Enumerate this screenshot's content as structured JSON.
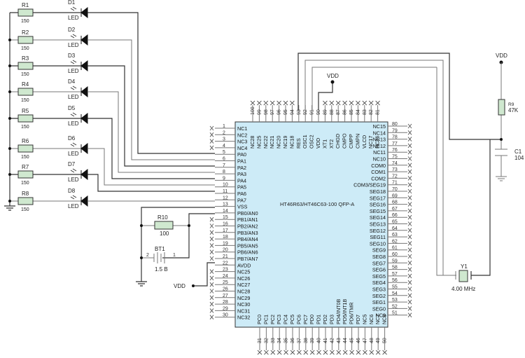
{
  "chip": {
    "name": "HT46R63/HT46C63-100 QFP-A",
    "left_pins": [
      {
        "n": "1",
        "label": "NC1",
        "nc": true
      },
      {
        "n": "2",
        "label": "NC2",
        "nc": true
      },
      {
        "n": "3",
        "label": "NC3",
        "nc": true
      },
      {
        "n": "4",
        "label": "NC4",
        "nc": true
      },
      {
        "n": "5",
        "label": "PA0"
      },
      {
        "n": "6",
        "label": "PA1"
      },
      {
        "n": "7",
        "label": "PA2"
      },
      {
        "n": "8",
        "label": "PA3"
      },
      {
        "n": "9",
        "label": "PA4"
      },
      {
        "n": "10",
        "label": "PA5"
      },
      {
        "n": "11",
        "label": "PA6"
      },
      {
        "n": "12",
        "label": "PA7"
      },
      {
        "n": "13",
        "label": "VSS"
      },
      {
        "n": "14",
        "label": "PB0/AN0"
      },
      {
        "n": "15",
        "label": "PB1/AN1",
        "nc": true
      },
      {
        "n": "16",
        "label": "PB2/AN2",
        "nc": true
      },
      {
        "n": "17",
        "label": "PB3/AN3",
        "nc": true
      },
      {
        "n": "18",
        "label": "PB4/AN4",
        "nc": true
      },
      {
        "n": "19",
        "label": "PB5/AN5",
        "nc": true
      },
      {
        "n": "20",
        "label": "PB6/AN6",
        "nc": true
      },
      {
        "n": "21",
        "label": "PB7/AN7",
        "nc": true
      },
      {
        "n": "22",
        "label": "AVDD"
      },
      {
        "n": "23",
        "label": "NC25",
        "nc": true
      },
      {
        "n": "24",
        "label": "NC26",
        "nc": true
      },
      {
        "n": "25",
        "label": "NC27",
        "nc": true
      },
      {
        "n": "26",
        "label": "NC28",
        "nc": true
      },
      {
        "n": "27",
        "label": "NC29",
        "nc": true
      },
      {
        "n": "28",
        "label": "NC30",
        "nc": true
      },
      {
        "n": "29",
        "label": "NC31",
        "nc": true
      },
      {
        "n": "30",
        "label": "NC32",
        "nc": true
      }
    ],
    "bottom_pins": [
      {
        "n": "31",
        "label": "PC0"
      },
      {
        "n": "32",
        "label": "PC1"
      },
      {
        "n": "33",
        "label": "PC2"
      },
      {
        "n": "34",
        "label": "PC3"
      },
      {
        "n": "35",
        "label": "PC4"
      },
      {
        "n": "36",
        "label": "PC5"
      },
      {
        "n": "37",
        "label": "PC6"
      },
      {
        "n": "38",
        "label": "PC7"
      },
      {
        "n": "39",
        "label": "PD0"
      },
      {
        "n": "40",
        "label": "PD1"
      },
      {
        "n": "41",
        "label": "PD2"
      },
      {
        "n": "42",
        "label": "PD3"
      },
      {
        "n": "43",
        "label": "PD4/INT0B"
      },
      {
        "n": "44",
        "label": "PD5/INT1B"
      },
      {
        "n": "45",
        "label": "PD6/TMR"
      },
      {
        "n": "46",
        "label": "PD7"
      },
      {
        "n": "47",
        "label": "NC5"
      },
      {
        "n": "48",
        "label": "NC6"
      },
      {
        "n": "49",
        "label": "NC7"
      },
      {
        "n": "50",
        "label": "NC8"
      }
    ],
    "right_pins": [
      {
        "n": "80",
        "label": "NC15"
      },
      {
        "n": "79",
        "label": "NC14"
      },
      {
        "n": "78",
        "label": "NC13"
      },
      {
        "n": "77",
        "label": "NC12"
      },
      {
        "n": "76",
        "label": "NC11"
      },
      {
        "n": "75",
        "label": "NC10"
      },
      {
        "n": "74",
        "label": "COM0"
      },
      {
        "n": "73",
        "label": "COM1"
      },
      {
        "n": "72",
        "label": "COM2"
      },
      {
        "n": "71",
        "label": "COM3/SEG19"
      },
      {
        "n": "70",
        "label": "SEG18"
      },
      {
        "n": "69",
        "label": "SEG17"
      },
      {
        "n": "68",
        "label": "SEG16"
      },
      {
        "n": "67",
        "label": "SEG15"
      },
      {
        "n": "66",
        "label": "SEG14"
      },
      {
        "n": "65",
        "label": "SEG13"
      },
      {
        "n": "64",
        "label": "SEG12"
      },
      {
        "n": "63",
        "label": "SEG11"
      },
      {
        "n": "62",
        "label": "SEG10"
      },
      {
        "n": "61",
        "label": "SEG9"
      },
      {
        "n": "60",
        "label": "SEG8"
      },
      {
        "n": "59",
        "label": "SEG7"
      },
      {
        "n": "58",
        "label": "SEG6"
      },
      {
        "n": "57",
        "label": "SEG5"
      },
      {
        "n": "56",
        "label": "SEG4"
      },
      {
        "n": "55",
        "label": "SEG3"
      },
      {
        "n": "54",
        "label": "SEG2"
      },
      {
        "n": "53",
        "label": "SEG1"
      },
      {
        "n": "52",
        "label": "SEG0"
      },
      {
        "n": "51",
        "label": "NC9"
      }
    ],
    "top_pins": [
      {
        "n": "100",
        "label": "NC28",
        "nc": true
      },
      {
        "n": "99",
        "label": "NC25",
        "nc": true
      },
      {
        "n": "98",
        "label": "NC22",
        "nc": true
      },
      {
        "n": "97",
        "label": "NC21",
        "nc": true
      },
      {
        "n": "96",
        "label": "NC20",
        "nc": true
      },
      {
        "n": "95",
        "label": "NC19",
        "nc": true
      },
      {
        "n": "94",
        "label": "NC18",
        "nc": true
      },
      {
        "n": "93",
        "label": "RES"
      },
      {
        "n": "92",
        "label": "OSC1"
      },
      {
        "n": "91",
        "label": "OSC2"
      },
      {
        "n": "90",
        "label": "VDD"
      },
      {
        "n": "89",
        "label": "XT1",
        "nc": true
      },
      {
        "n": "88",
        "label": "XT2",
        "nc": true
      },
      {
        "n": "87",
        "label": "CHGD",
        "nc": true
      },
      {
        "n": "86",
        "label": "CMPO",
        "nc": true
      },
      {
        "n": "85",
        "label": "CMPP",
        "nc": true
      },
      {
        "n": "84",
        "label": "CMPN",
        "nc": true
      },
      {
        "n": "83",
        "label": "VLCD",
        "nc": true
      },
      {
        "n": "82",
        "label": "NC17",
        "nc": true
      },
      {
        "n": "81",
        "label": "NC16",
        "nc": true
      }
    ]
  },
  "leds": [
    {
      "r": "R1",
      "rv": "150",
      "d": "D1",
      "dl": "LED"
    },
    {
      "r": "R2",
      "rv": "150",
      "d": "D2",
      "dl": "LED"
    },
    {
      "r": "R3",
      "rv": "150",
      "d": "D3",
      "dl": "LED"
    },
    {
      "r": "R4",
      "rv": "150",
      "d": "D4",
      "dl": "LED"
    },
    {
      "r": "R5",
      "rv": "150",
      "d": "D5",
      "dl": "LED"
    },
    {
      "r": "R6",
      "rv": "150",
      "d": "D6",
      "dl": "LED"
    },
    {
      "r": "R7",
      "rv": "150",
      "d": "D7",
      "dl": "LED"
    },
    {
      "r": "R8",
      "rv": "150",
      "d": "D8",
      "dl": "LED"
    }
  ],
  "components": {
    "r10": {
      "name": "R10",
      "value": "100"
    },
    "bt1": {
      "name": "BT1",
      "value": "1.5 B",
      "pin1": "1",
      "pin2": "2"
    },
    "r9": {
      "name": "R9",
      "value": "47K"
    },
    "c1": {
      "name": "C1",
      "value": "104"
    },
    "y1": {
      "name": "Y1",
      "value": "4.00 MHz"
    },
    "vdd_top": "VDD",
    "vdd_right": "VDD",
    "vdd_left": "VDD"
  }
}
